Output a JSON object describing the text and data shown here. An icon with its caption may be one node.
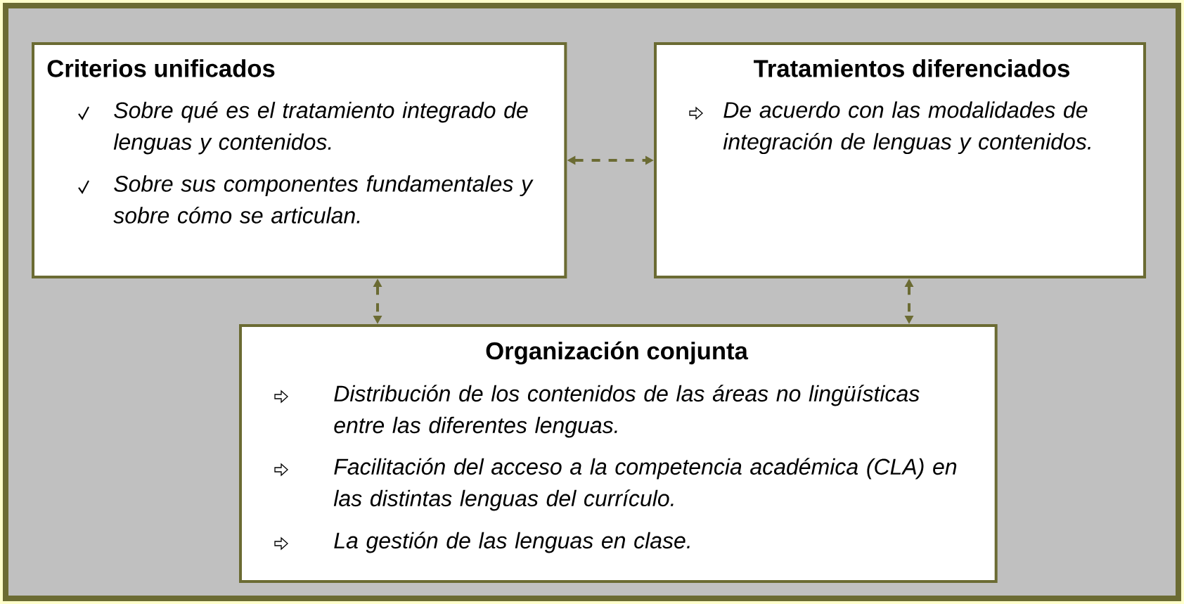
{
  "diagram": {
    "nodes": [
      {
        "text": [
          "Criterios unificados",
          "Sobre qué es el tratamiento integrado de lenguas y contenidos.",
          "Sobre sus componentes fundamentales y sobre cómo se articulan."
        ]
      },
      {
        "text": [
          "Tratamientos diferenciados",
          "De acuerdo con las modalidades de integración de lenguas y contenidos."
        ]
      },
      {
        "text": [
          "Organización conjunta",
          "Distribución de los contenidos de las áreas no lingüísticas entre las diferentes lenguas.",
          "Facilitación del acceso a la competencia académica (CLA) en las distintas lenguas del currículo.",
          "La gestión de las lenguas en clase."
        ]
      }
    ],
    "edges": [
      {
        "from": 0,
        "to": 1,
        "arrow": "both",
        "style": "dashed"
      },
      {
        "from": 0,
        "to": 2,
        "arrow": "both",
        "style": "dashed"
      },
      {
        "from": 1,
        "to": 2,
        "arrow": "both",
        "style": "dashed"
      }
    ]
  }
}
